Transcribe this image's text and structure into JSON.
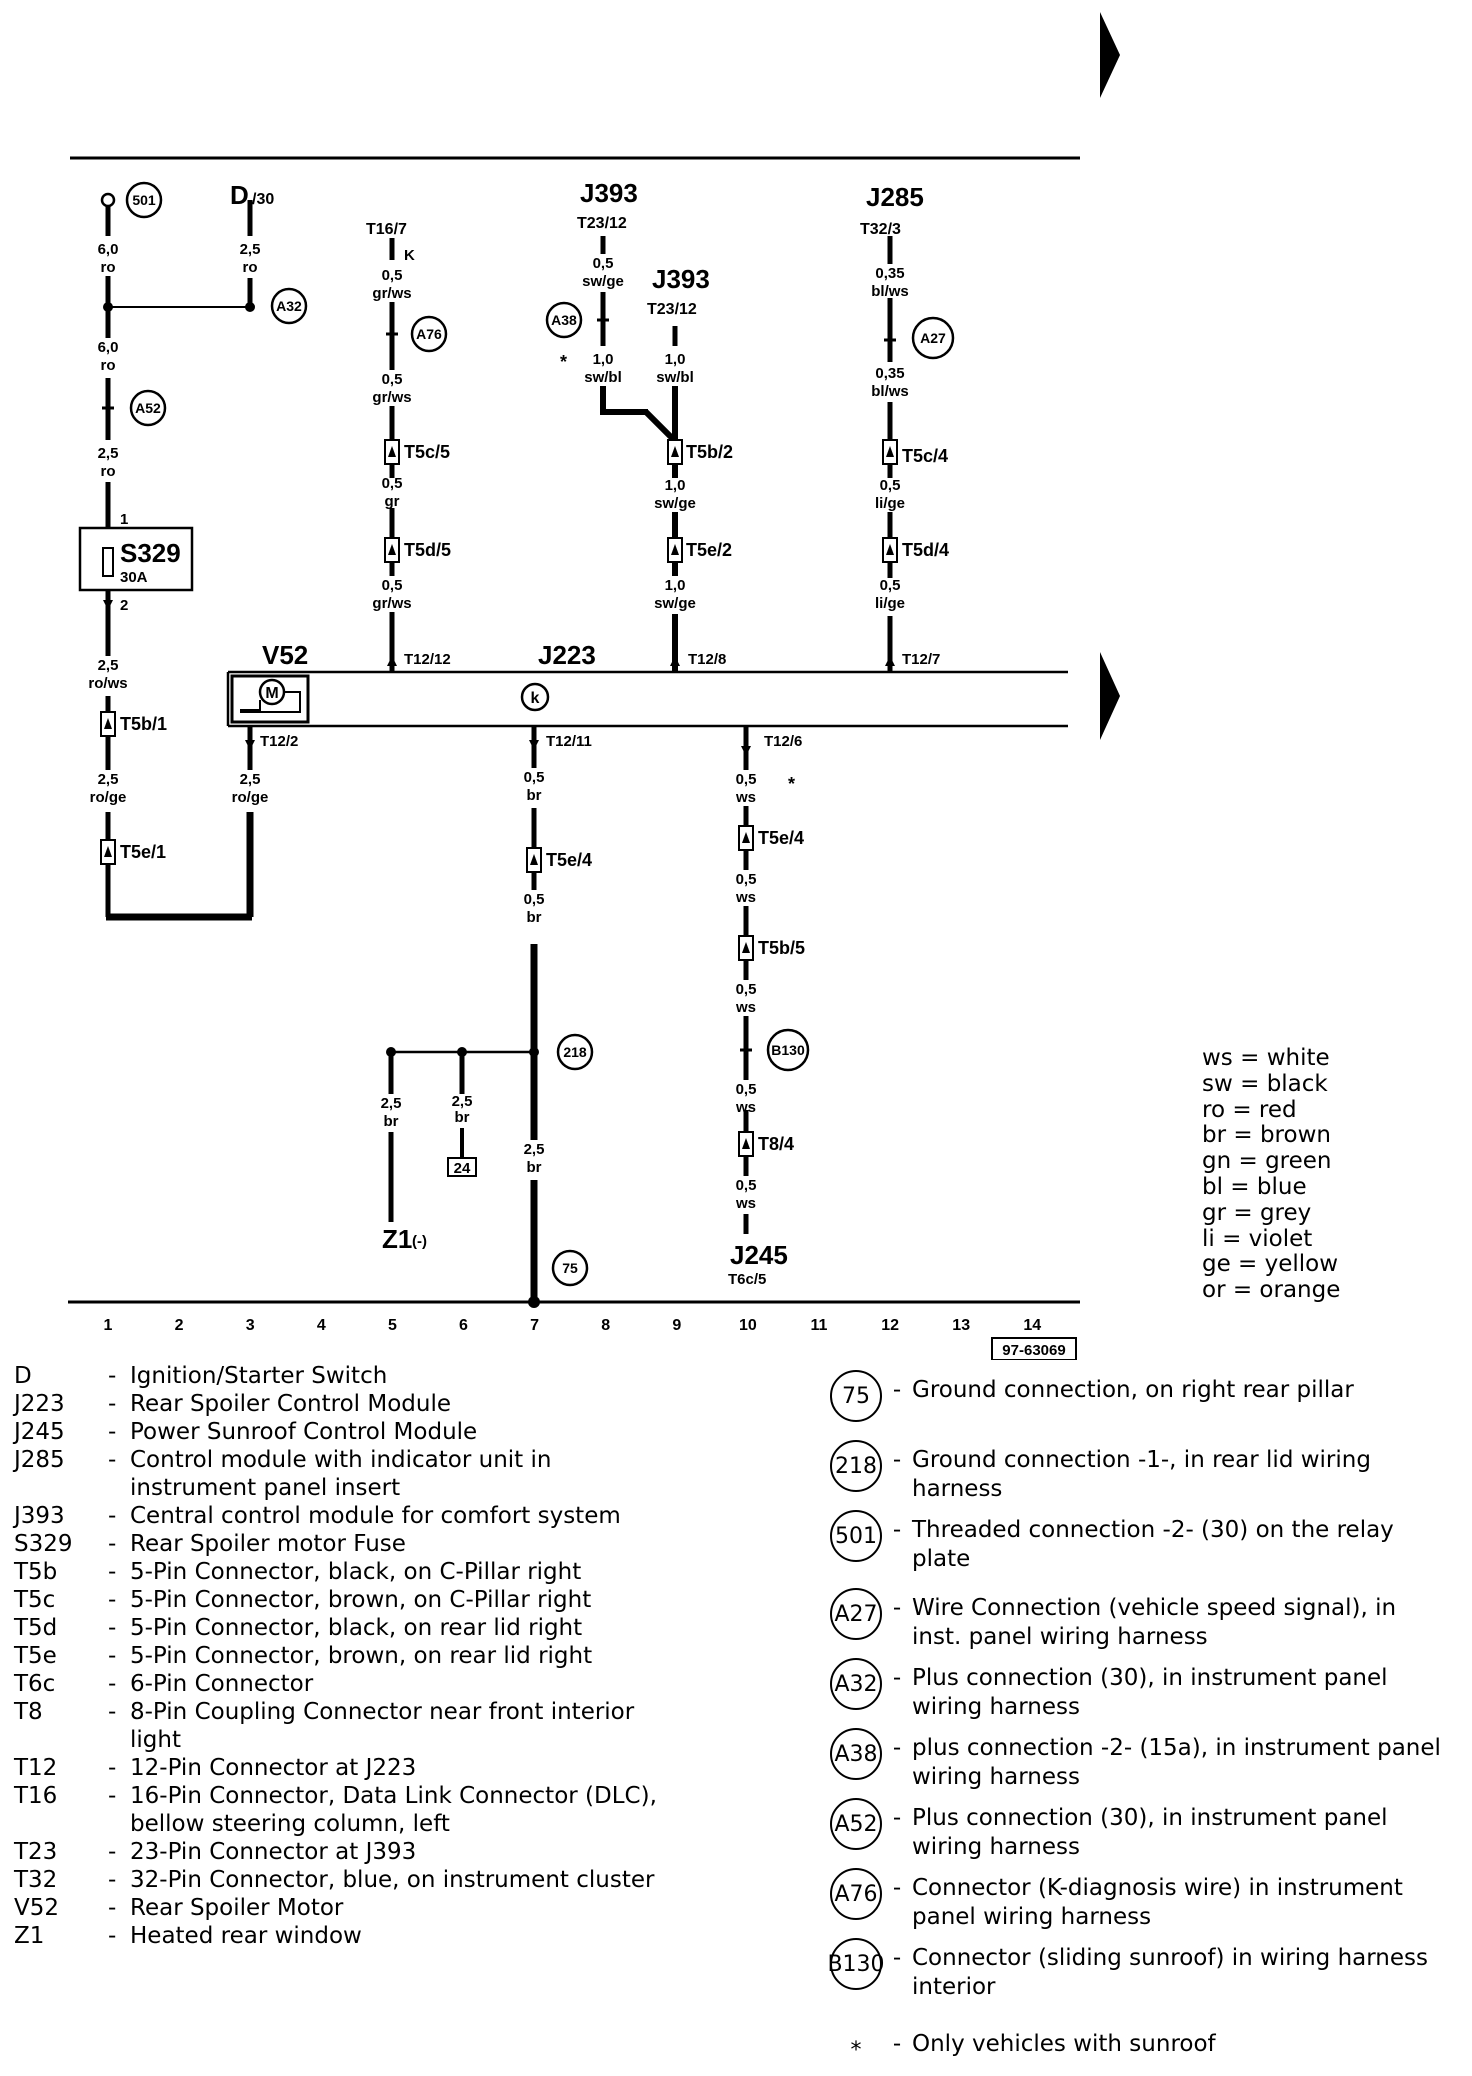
{
  "page_id": "97-63069",
  "current_tracks": [
    "1",
    "2",
    "3",
    "4",
    "5",
    "6",
    "7",
    "8",
    "9",
    "10",
    "11",
    "12",
    "13",
    "14"
  ],
  "components": {
    "d": {
      "code": "D",
      "pin": "/30"
    },
    "j393_a": {
      "code": "J393",
      "pin": "T23/12"
    },
    "j393_b": {
      "code": "J393",
      "pin": "T23/12"
    },
    "j285": {
      "code": "J285",
      "pin": "T32/3"
    },
    "t16": {
      "code": "T16/7",
      "suffix": "K"
    },
    "v52": {
      "code": "V52"
    },
    "j223": {
      "code": "J223"
    },
    "s329": {
      "code": "S329",
      "rating": "30A",
      "pin_in": "1",
      "pin_out": "2"
    },
    "z1": {
      "code": "Z1",
      "suffix": "(-)"
    },
    "j245": {
      "code": "J245",
      "pin": "T6c/5"
    },
    "box24": "24",
    "motor": "M",
    "k_symbol": "k"
  },
  "connectors": {
    "t5b1": "T5b/1",
    "t5e1": "T5e/1",
    "t5c5": "T5c/5",
    "t5d5": "T5d/5",
    "t5b2": "T5b/2",
    "t5e2": "T5e/2",
    "t5c4": "T5c/4",
    "t5d4": "T5d/4",
    "t5e4": "T5e/4",
    "t5e4b": "T5e/4",
    "t5b5": "T5b/5",
    "t84": "T8/4",
    "t12_12": "T12/12",
    "t12_8": "T12/8",
    "t12_7": "T12/7",
    "t12_2": "T12/2",
    "t12_11": "T12/11",
    "t12_6": "T12/6"
  },
  "wires": {
    "w1a": [
      "6,0",
      "ro"
    ],
    "w1b": [
      "6,0",
      "ro"
    ],
    "w1c": [
      "2,5",
      "ro"
    ],
    "w1d": [
      "2,5",
      "ro/ws"
    ],
    "w1e": [
      "2,5",
      "ro/ge"
    ],
    "w3a": [
      "2,5",
      "ro"
    ],
    "w3b": [
      "2,5",
      "ro/ge"
    ],
    "w5a": [
      "0,5",
      "gr/ws"
    ],
    "w5b": [
      "0,5",
      "gr/ws"
    ],
    "w5c": [
      "0,5",
      "gr"
    ],
    "w5d": [
      "0,5",
      "gr/ws"
    ],
    "w8a": [
      "0,5",
      "sw/ge"
    ],
    "w8b": [
      "1,0",
      "sw/bl"
    ],
    "w9a": [
      "1,0",
      "sw/bl"
    ],
    "w9b": [
      "1,0",
      "sw/ge"
    ],
    "w9c": [
      "1,0",
      "sw/ge"
    ],
    "w12a": [
      "0,35",
      "bl/ws"
    ],
    "w12b": [
      "0,35",
      "bl/ws"
    ],
    "w12c": [
      "0,5",
      "li/ge"
    ],
    "w12d": [
      "0,5",
      "li/ge"
    ],
    "w7a": [
      "0,5",
      "br"
    ],
    "w7b": [
      "0,5",
      "br"
    ],
    "w7c": [
      "2,5",
      "br"
    ],
    "w5g": [
      "2,5",
      "br"
    ],
    "w6g": [
      "2,5",
      "br"
    ],
    "w10a": [
      "0,5",
      "ws"
    ],
    "w10b": [
      "0,5",
      "ws"
    ],
    "w10c": [
      "0,5",
      "ws"
    ],
    "w10d": [
      "0,5",
      "ws"
    ],
    "w10e": [
      "0,5",
      "ws"
    ]
  },
  "circle_marks": {
    "c501": "501",
    "ca32": "A32",
    "ca52": "A52",
    "ca76": "A76",
    "ca38": "A38",
    "ca27": "A27",
    "c218": "218",
    "cb130": "B130",
    "c75": "75"
  },
  "asterisk": "*",
  "color_key": [
    {
      "abbr": "ws",
      "color": "white"
    },
    {
      "abbr": "sw",
      "color": "black"
    },
    {
      "abbr": "ro",
      "color": "red"
    },
    {
      "abbr": "br",
      "color": "brown"
    },
    {
      "abbr": "gn",
      "color": "green"
    },
    {
      "abbr": "bl",
      "color": "blue"
    },
    {
      "abbr": "gr",
      "color": "grey"
    },
    {
      "abbr": "li",
      "color": "violet"
    },
    {
      "abbr": "ge",
      "color": "yellow"
    },
    {
      "abbr": "or",
      "color": "orange"
    }
  ],
  "component_legend": [
    {
      "code": "D",
      "desc": "Ignition/Starter Switch"
    },
    {
      "code": "J223",
      "desc": "Rear Spoiler Control Module"
    },
    {
      "code": "J245",
      "desc": "Power Sunroof Control Module"
    },
    {
      "code": "J285",
      "desc": "Control module with indicator unit in instrument panel insert"
    },
    {
      "code": "J393",
      "desc": "Central control module for comfort system"
    },
    {
      "code": "S329",
      "desc": "Rear Spoiler motor Fuse"
    },
    {
      "code": "T5b",
      "desc": "5-Pin Connector, black, on C-Pillar right"
    },
    {
      "code": "T5c",
      "desc": "5-Pin Connector, brown, on C-Pillar right"
    },
    {
      "code": "T5d",
      "desc": "5-Pin Connector, black, on rear lid right"
    },
    {
      "code": "T5e",
      "desc": "5-Pin Connector, brown, on rear lid right"
    },
    {
      "code": "T6c",
      "desc": "6-Pin Connector"
    },
    {
      "code": "T8",
      "desc": "8-Pin Coupling Connector near front interior light"
    },
    {
      "code": "T12",
      "desc": "12-Pin Connector at J223"
    },
    {
      "code": "T16",
      "desc": "16-Pin Connector, Data Link Connector (DLC), bellow steering column, left"
    },
    {
      "code": "T23",
      "desc": "23-Pin Connector at J393"
    },
    {
      "code": "T32",
      "desc": "32-Pin Connector, blue, on instrument cluster"
    },
    {
      "code": "V52",
      "desc": "Rear Spoiler Motor"
    },
    {
      "code": "Z1",
      "desc": "Heated rear window"
    }
  ],
  "ground_legend": [
    {
      "code": "75",
      "desc": "Ground connection, on right rear pillar"
    },
    {
      "code": "218",
      "desc": "Ground connection -1-, in rear lid wiring harness"
    },
    {
      "code": "501",
      "desc": "Threaded connection -2- (30) on the relay plate"
    },
    {
      "code": "A27",
      "desc": "Wire Connection (vehicle speed signal), in inst. panel wiring harness"
    },
    {
      "code": "A32",
      "desc": "Plus connection (30), in instrument panel wiring harness"
    },
    {
      "code": "A38",
      "desc": "plus connection -2- (15a), in instrument panel wiring harness"
    },
    {
      "code": "A52",
      "desc": "Plus connection (30), in instrument panel wiring harness"
    },
    {
      "code": "A76",
      "desc": "Connector (K-diagnosis wire) in instrument panel wiring harness"
    },
    {
      "code": "B130",
      "desc": "Connector (sliding sunroof) in wiring harness interior"
    },
    {
      "code": "*",
      "desc": "Only vehicles with sunroof"
    }
  ],
  "legend_dash": "-"
}
